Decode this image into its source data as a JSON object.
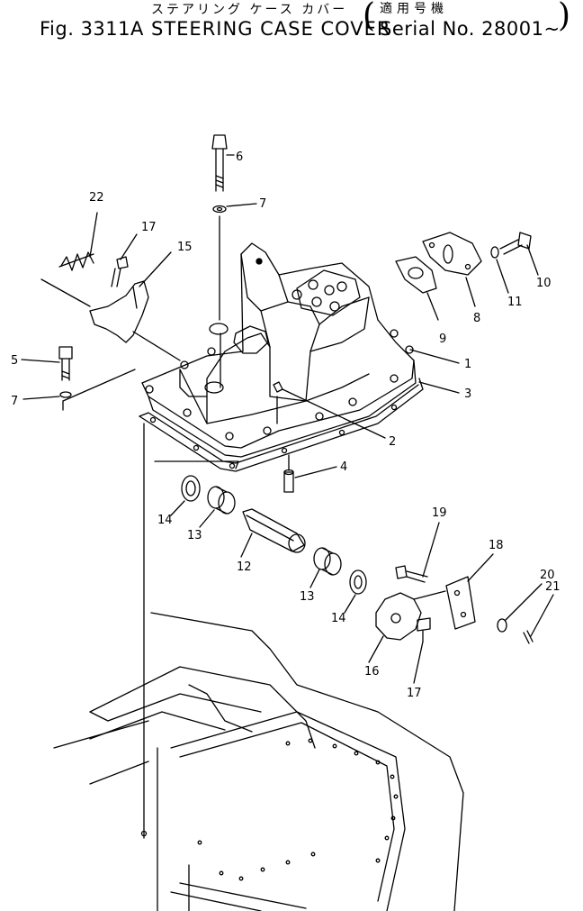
{
  "header": {
    "figure_number": "Fig. 3311A",
    "title_japanese": "ステアリング ケース カバー",
    "title_english": "STEERING CASE COVER",
    "serial_japanese": "適用号機",
    "serial_english": "Serial No. 28001~"
  },
  "callouts": [
    "1",
    "2",
    "3",
    "4",
    "5",
    "6",
    "7",
    "7",
    "8",
    "9",
    "10",
    "11",
    "12",
    "13",
    "13",
    "14",
    "14",
    "15",
    "16",
    "17",
    "17",
    "18",
    "19",
    "20",
    "21",
    "22"
  ]
}
